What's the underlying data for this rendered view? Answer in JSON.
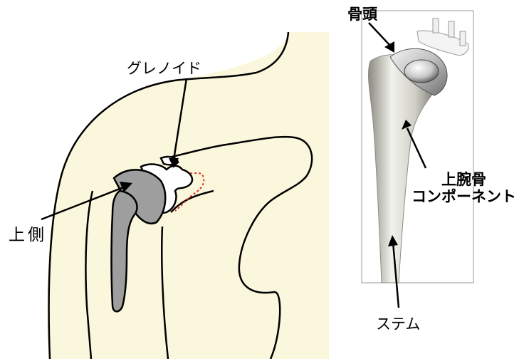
{
  "labels": {
    "glenoid": "グレノイド",
    "upper_side": "上側",
    "humeral_head": "骨頭",
    "humeral_component_line1": "上腕骨",
    "humeral_component_line2": "コンポーネント",
    "stem": "ステム"
  },
  "colors": {
    "skin": "#fbf7dc",
    "implant_gray": "#9e9e9e",
    "outline": "#000000",
    "bone_margin": "#e0301e"
  }
}
